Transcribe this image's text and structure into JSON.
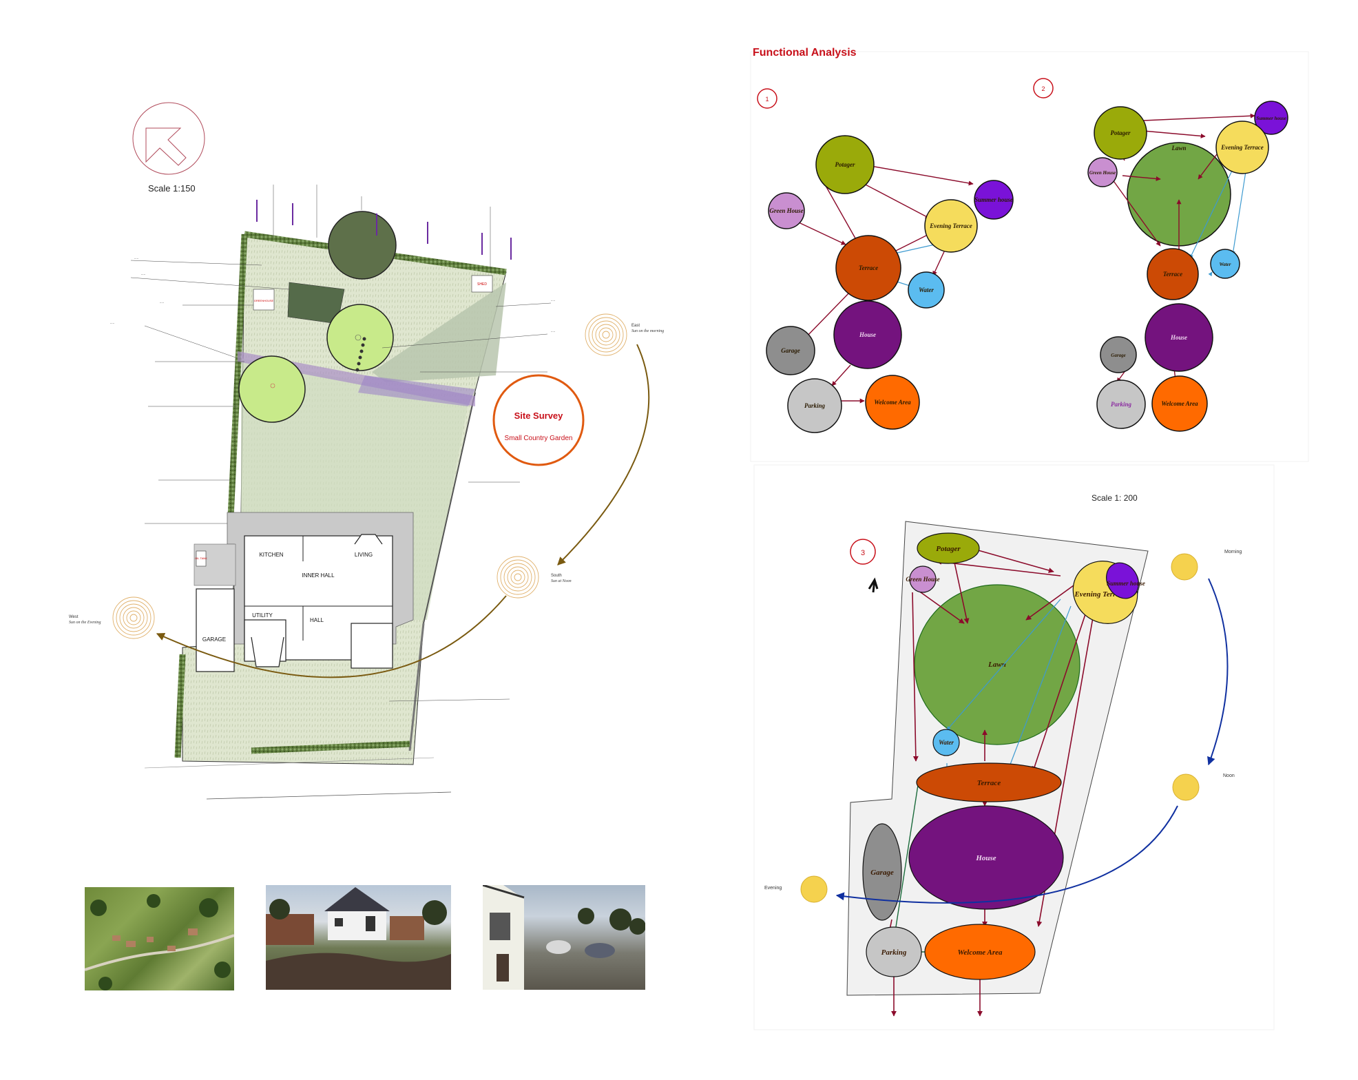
{
  "site_plan": {
    "scale": "Scale 1:150",
    "title": "Site Survey",
    "subtitle": "Small Country Garden",
    "rooms": {
      "kitchen": "KITCHEN",
      "inner_hall": "INNER HALL",
      "living": "LIVING",
      "utility": "UTILITY",
      "hall": "HALL",
      "garage": "GARAGE",
      "greenhouse": "GREENHOUSE",
      "shed": "SHED",
      "oil_tank": "OIL TANK"
    },
    "sun": {
      "east": "East",
      "east_note": "Sun on the morning",
      "south": "South",
      "south_note": "Sun at Noon",
      "west": "West",
      "west_note": "Sun on the Evening"
    }
  },
  "functional_analysis": {
    "title": "Functional Analysis",
    "diagram_numbers": [
      "1",
      "2",
      "3"
    ],
    "scale": "Scale  1: 200",
    "zones": {
      "potager": "Potager",
      "green_house": "Green House",
      "summer_house": "Summer house",
      "evening_terrace": "Evening Terrace",
      "terrace": "Terrace",
      "water": "Water",
      "house": "House",
      "garage": "Garage",
      "parking": "Parking",
      "welcome_area": "Welcome Area",
      "lawn": "Lawn"
    },
    "sun_path": {
      "morning": "Morning",
      "noon": "Noon",
      "evening": "Evening"
    }
  },
  "colors": {
    "potager": "#9aaa0a",
    "green_house": "#c98fd0",
    "summer_house": "#7a12d8",
    "evening_terrace": "#f5dc5c",
    "terrace": "#cc4a05",
    "water": "#5bbcf0",
    "house": "#74137e",
    "garage": "#8e8e8e",
    "parking": "#c6c6c6",
    "welcome_area": "#ff6a00",
    "lawn": "#72a645",
    "arrow": "#8b0b2b",
    "water_arrow": "#3d9ad0",
    "title_red": "#c8101a"
  }
}
